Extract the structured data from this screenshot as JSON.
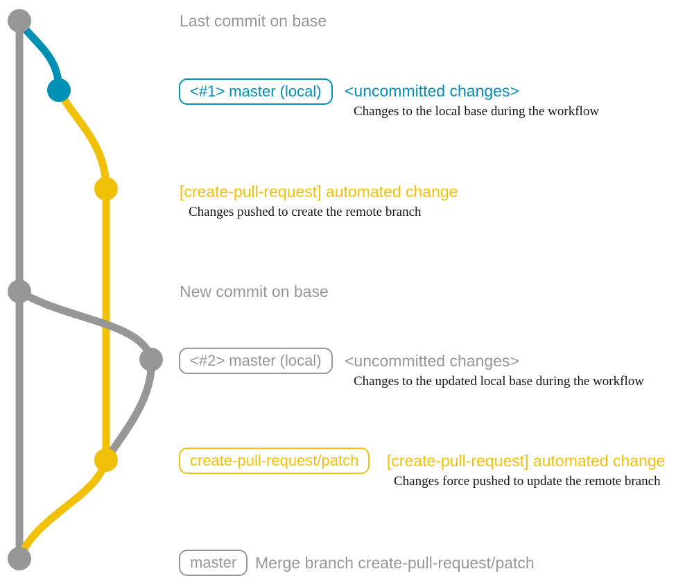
{
  "colors": {
    "base": "#979797",
    "local": "#008fb5",
    "patch": "#f1c109",
    "ink": "#141414",
    "bg": "#ffffff"
  },
  "rows": {
    "last_commit": {
      "message": "Last commit on base"
    },
    "commit_local_1": {
      "tag": "<#1> master (local)",
      "message": "<uncommitted changes>",
      "note": "Changes to the local base during the workflow"
    },
    "commit_patch_1": {
      "message": "[create-pull-request] automated change",
      "note": "Changes pushed to create the remote branch"
    },
    "new_commit": {
      "message": "New commit on base"
    },
    "commit_local_2": {
      "tag": "<#2> master (local)",
      "message": "<uncommitted changes>",
      "note": "Changes to the updated local base during the workflow"
    },
    "commit_patch_2": {
      "tag": "create-pull-request/patch",
      "message": "[create-pull-request] automated change",
      "note": "Changes force pushed to update the remote branch"
    },
    "merge_commit": {
      "tag": "master",
      "message": "Merge branch create-pull-request/patch"
    }
  }
}
